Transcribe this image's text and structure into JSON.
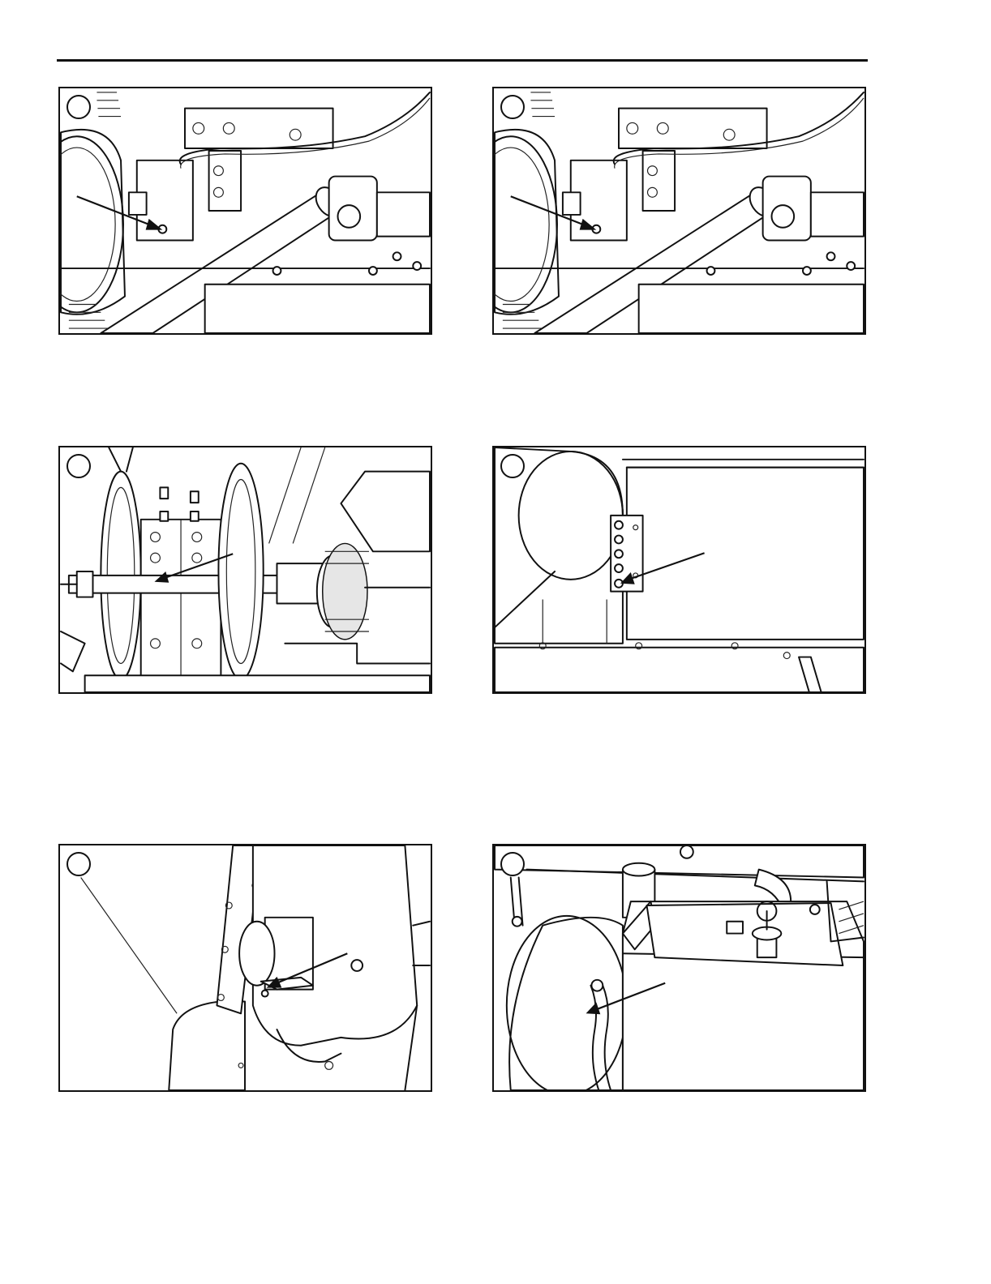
{
  "figures": [
    {
      "id": "fig-1",
      "callout": "",
      "subject": "gearbox-grease-fitting"
    },
    {
      "id": "fig-2",
      "callout": "",
      "subject": "gearbox-grease-fitting"
    },
    {
      "id": "fig-3",
      "callout": "",
      "subject": "pulley-shaft"
    },
    {
      "id": "fig-4",
      "callout": "",
      "subject": "bearing-plate-fitting"
    },
    {
      "id": "fig-5",
      "callout": "",
      "subject": "pivot-grease-fitting"
    },
    {
      "id": "fig-6",
      "callout": "",
      "subject": "tank-hose-fitting"
    }
  ],
  "colors": {
    "line": "#111111",
    "background": "#ffffff",
    "shade": "#e6e6e6"
  }
}
